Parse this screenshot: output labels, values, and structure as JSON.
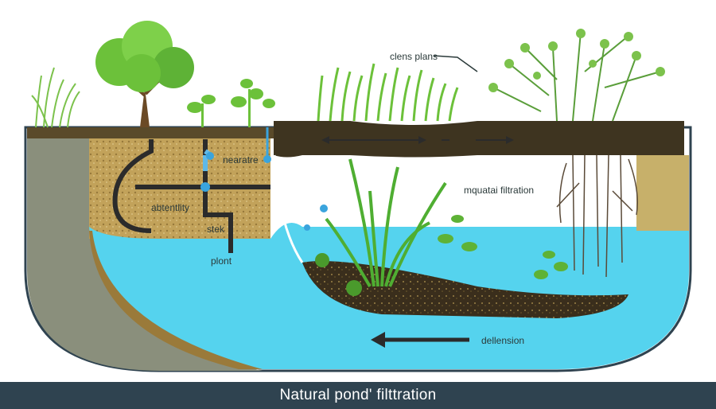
{
  "caption": "Natural pond' filttration",
  "labels": {
    "clens_plans": "clens plans",
    "nearate": "nearatre",
    "abtentility": "abtentlity",
    "stek": "stek",
    "plont": "plont",
    "aquatic_filtration": "mquatai filtration",
    "dellension": "dellension"
  },
  "colors": {
    "water": "#55d3ee",
    "soil": "#c2a25a",
    "dark_soil": "#3a2e1c",
    "plant": "#6cc13a",
    "caption_bar": "#2f4350",
    "pipe": "#2b2b2b"
  },
  "icons": [
    "tree-icon",
    "grass-icon",
    "water-plant-icon",
    "pipe-icon",
    "arrow-left-icon"
  ]
}
